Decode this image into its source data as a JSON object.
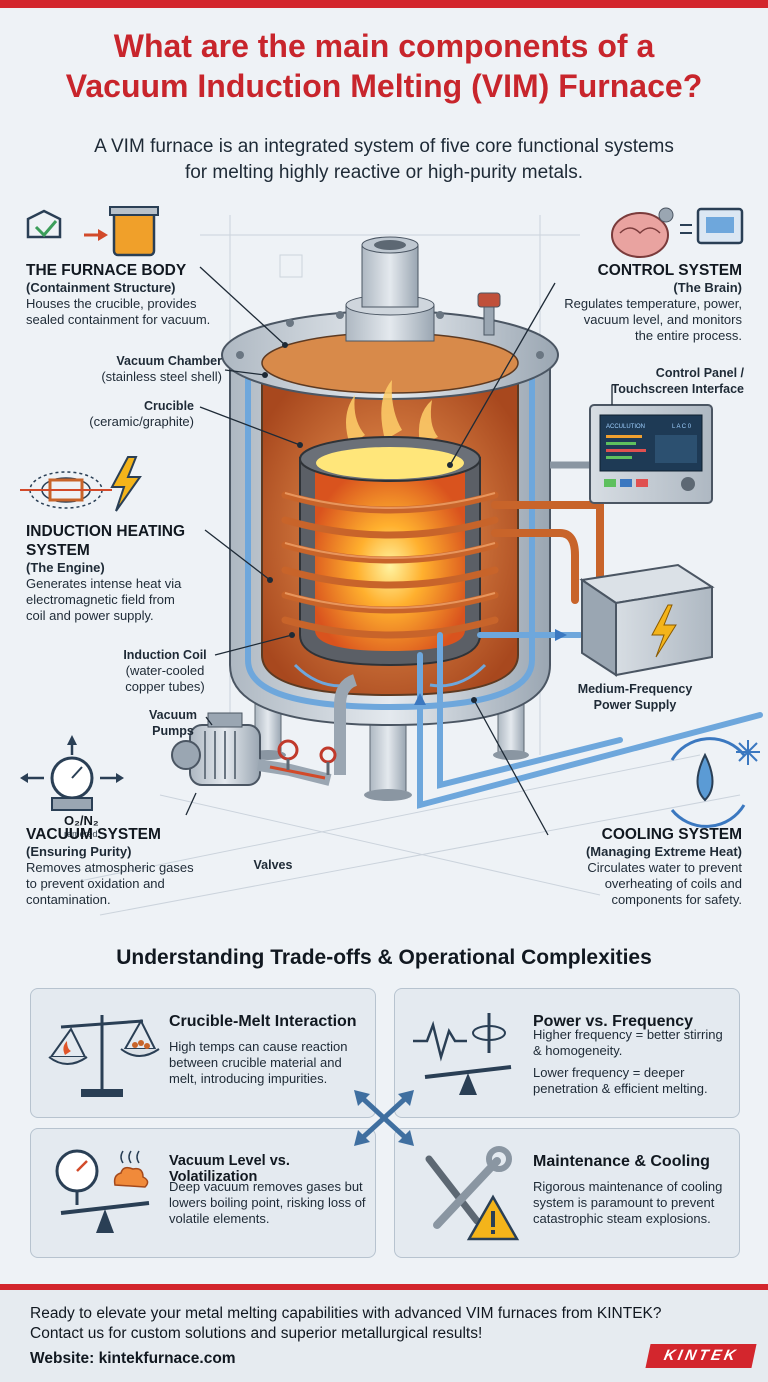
{
  "header": {
    "title_line1": "What are the main components of a",
    "title_line2": "Vacuum Induction Melting (VIM) Furnace?",
    "subtitle_line1": "A VIM furnace is an integrated system of five core functional systems",
    "subtitle_line2": "for melting highly reactive or high-purity metals."
  },
  "systems": {
    "furnace_body": {
      "title": "THE FURNACE BODY",
      "subtitle": "(Containment Structure)",
      "desc_line1": "Houses the crucible, provides",
      "desc_line2": "sealed containment for vacuum."
    },
    "control": {
      "title": "CONTROL SYSTEM",
      "subtitle": "(The Brain)",
      "desc_line1": "Regulates temperature, power,",
      "desc_line2": "vacuum level, and monitors",
      "desc_line3": "the entire process."
    },
    "induction": {
      "title_line1": "INDUCTION HEATING",
      "title_line2": "SYSTEM",
      "subtitle": "(The Engine)",
      "desc_line1": "Generates intense heat via",
      "desc_line2": "electromagnetic field from",
      "desc_line3": "coil and power supply."
    },
    "vacuum": {
      "title": "VACUUM SYSTEM",
      "subtitle": "(Ensuring Purity)",
      "desc_line1": "Removes atmospheric gases",
      "desc_line2": "to prevent oxidation and",
      "desc_line3": "contamination."
    },
    "cooling": {
      "title": "COOLING SYSTEM",
      "subtitle": "(Managing Extreme Heat)",
      "desc_line1": "Circulates water to prevent",
      "desc_line2": "overheating of coils and",
      "desc_line3": "components for safety."
    }
  },
  "parts": {
    "vacuum_chamber": "Vacuum Chamber",
    "vacuum_chamber_note": "(stainless steel shell)",
    "crucible": "Crucible",
    "crucible_note": "(ceramic/graphite)",
    "induction_coil": "Induction Coil",
    "induction_coil_note1": "(water-cooled",
    "induction_coil_note2": "copper tubes)",
    "vacuum_pumps_line1": "Vacuum",
    "vacuum_pumps_line2": "Pumps",
    "valves": "Valves",
    "control_panel_line1": "Control Panel /",
    "control_panel_line2": "Touchscreen Interface",
    "power_supply_line1": "Medium-Frequency",
    "power_supply_line2": "Power Supply",
    "gas_label": "O₂/N₂",
    "gas_note": "remered",
    "panel_screen_text": "ACCULUTION",
    "panel_screen_side": "L A C 0"
  },
  "tradeoffs": {
    "title": "Understanding Trade-offs & Operational Complexities",
    "cards": [
      {
        "title": "Crucible-Melt Interaction",
        "body1": "High temps can cause reaction between crucible material and melt, introducing impurities.",
        "body2": ""
      },
      {
        "title": "Power vs. Frequency",
        "body1": "Higher frequency = better stirring & homogeneity.",
        "body2": "Lower frequency = deeper penetration & efficient melting."
      },
      {
        "title": "Vacuum Level vs. Volatilization",
        "body1": "Deep vacuum removes gases but lowers boiling point, risking loss of volatile elements.",
        "body2": ""
      },
      {
        "title": "Maintenance & Cooling",
        "body1": "Rigorous maintenance of cooling system is paramount to prevent catastrophic steam explosions.",
        "body2": ""
      }
    ]
  },
  "footer": {
    "line1": "Ready to elevate your metal melting capabilities with advanced VIM furnaces from KINTEK?",
    "line2": "Contact us for custom solutions and superior metallurgical results!",
    "website": "Website: kintekfurnace.com",
    "brand": "KINTEK"
  },
  "colors": {
    "accent_red": "#d3262d",
    "copper": "#c8642a",
    "water_blue": "#5b9bd5",
    "steel": "#9aa6b2"
  }
}
